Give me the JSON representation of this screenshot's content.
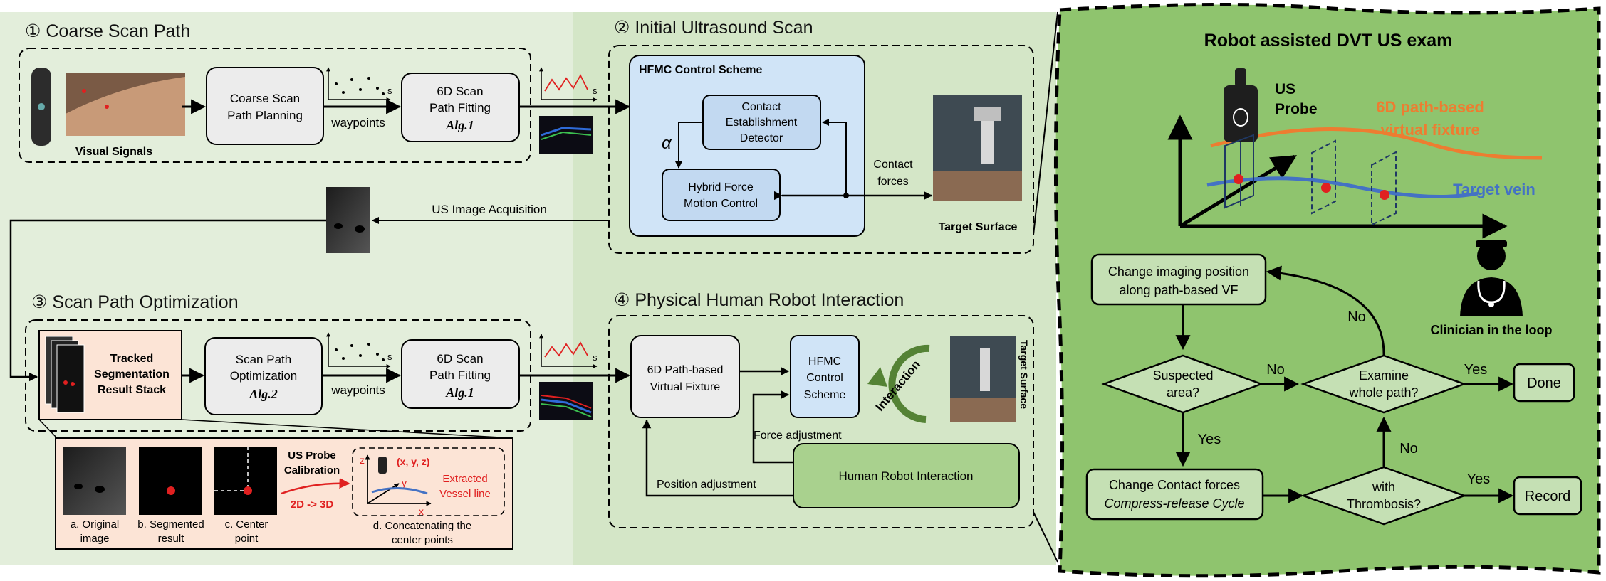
{
  "colors": {
    "panel_left": "#e3eedb",
    "panel_right": "#d4e6c7",
    "right_bg": "#8fc46e",
    "box_gray": "#ececec",
    "box_blue": "#d0e4f7",
    "box_blue_dark": "#c2d9f1",
    "box_pink": "#fce4d6",
    "box_green": "#a9d18e",
    "orange": "#ed7d31",
    "blue": "#4472c4",
    "red": "#e02020",
    "dark_green": "#548235"
  },
  "section1": {
    "title": "① Coarse Scan Path",
    "visual_signals": "Visual Signals",
    "planning": [
      "Coarse Scan",
      "Path Planning"
    ],
    "waypoints": "waypoints",
    "fitting": [
      "6D Scan",
      "Path Fitting"
    ],
    "alg1": "Alg.1",
    "axis_s": "s"
  },
  "section2": {
    "title": "② Initial Ultrasound Scan",
    "hfmc_title": "HFMC Control Scheme",
    "detector": [
      "Contact",
      "Establishment",
      "Detector"
    ],
    "alpha": "α",
    "hybrid": [
      "Hybrid Force",
      "Motion Control"
    ],
    "contact_forces": [
      "Contact",
      "forces"
    ],
    "target_surface": "Target Surface",
    "us_acq": "US Image Acquisition"
  },
  "section3": {
    "title": "③ Scan Path Optimization",
    "stack": [
      "Tracked",
      "Segmentation",
      "Result Stack"
    ],
    "optim": [
      "Scan Path",
      "Optimization"
    ],
    "alg2": "Alg.2",
    "waypoints": "waypoints",
    "fitting": [
      "6D Scan",
      "Path Fitting"
    ],
    "alg1": "Alg.1",
    "axis_s": "s",
    "detail": {
      "a": [
        "a. Original",
        "image"
      ],
      "b": [
        "b. Segmented",
        "result"
      ],
      "c": [
        "c. Center",
        "point"
      ],
      "calib": [
        "US Probe",
        "Calibration"
      ],
      "conv": "2D -> 3D",
      "xyz": "(x, y, z)",
      "vessel": [
        "Extracted",
        "Vessel line"
      ],
      "d": [
        "d. Concatenating the",
        "center points"
      ],
      "ax_z": "z",
      "ax_y": "y",
      "ax_x": "x"
    }
  },
  "section4": {
    "title": "④ Physical Human Robot Interaction",
    "vf": [
      "6D Path-based",
      "Virtual Fixture"
    ],
    "hfmc": [
      "HFMC",
      "Control",
      "Scheme"
    ],
    "interaction": "Interaction",
    "target_surface": "Target Surface",
    "force_adj": "Force adjustment",
    "hri": "Human Robot Interaction",
    "pos_adj": "Position adjustment"
  },
  "right": {
    "title": "Robot assisted DVT US exam",
    "probe": [
      "US",
      "Probe"
    ],
    "path": [
      "6D path-based",
      "virtual fixture"
    ],
    "vein": "Target vein",
    "clinician": "Clinician in the loop",
    "change_img": [
      "Change imaging position",
      "along path-based VF"
    ],
    "suspected": [
      "Suspected",
      "area?"
    ],
    "examine": [
      "Examine",
      "whole path?"
    ],
    "done": "Done",
    "change_contact": [
      "Change Contact forces",
      "Compress-release Cycle"
    ],
    "thrombosis": [
      "with",
      "Thrombosis?"
    ],
    "record": "Record",
    "yes": "Yes",
    "no": "No"
  }
}
